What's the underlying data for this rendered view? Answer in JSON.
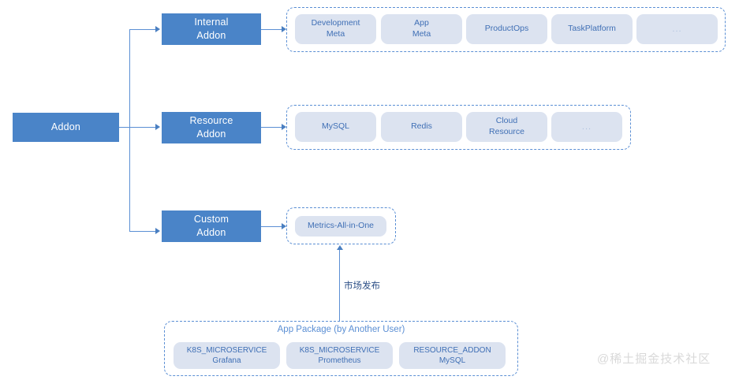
{
  "diagram": {
    "root": {
      "label": "Addon"
    },
    "branches": [
      {
        "label": "Internal\nAddon",
        "line1": "Internal",
        "line2": "Addon"
      },
      {
        "label": "Resource\nAddon",
        "line1": "Resource",
        "line2": "Addon"
      },
      {
        "label": "Custom\nAddon",
        "line1": "Custom",
        "line2": "Addon"
      }
    ],
    "internal_group": {
      "items": [
        {
          "line1": "Development",
          "line2": "Meta"
        },
        {
          "line1": "App",
          "line2": "Meta"
        },
        {
          "line1": "ProductOps",
          "line2": ""
        },
        {
          "line1": "TaskPlatform",
          "line2": ""
        },
        {
          "line1": "...",
          "line2": ""
        }
      ]
    },
    "resource_group": {
      "items": [
        {
          "line1": "MySQL",
          "line2": ""
        },
        {
          "line1": "Redis",
          "line2": ""
        },
        {
          "line1": "Cloud",
          "line2": "Resource"
        },
        {
          "line1": "...",
          "line2": ""
        }
      ]
    },
    "custom_group": {
      "items": [
        {
          "line1": "Metrics-All-in-One",
          "line2": ""
        }
      ]
    },
    "publish_edge": {
      "label": "市场发布"
    },
    "app_package": {
      "title": "App Package (by Another User)",
      "items": [
        {
          "line1": "K8S_MICROSERVICE",
          "line2": "Grafana"
        },
        {
          "line1": "K8S_MICROSERVICE",
          "line2": "Prometheus"
        },
        {
          "line1": "RESOURCE_ADDON",
          "line2": "MySQL"
        }
      ]
    },
    "watermark": {
      "text": "@稀土掘金技术社区"
    },
    "colors": {
      "node_blue": "#4A84C8",
      "pill_bg": "#DCE3F0",
      "pill_text": "#3F6FB5",
      "line_blue": "#5B8FD4",
      "label_text": "#2B4E86",
      "watermark": "#D9D9D9"
    }
  }
}
